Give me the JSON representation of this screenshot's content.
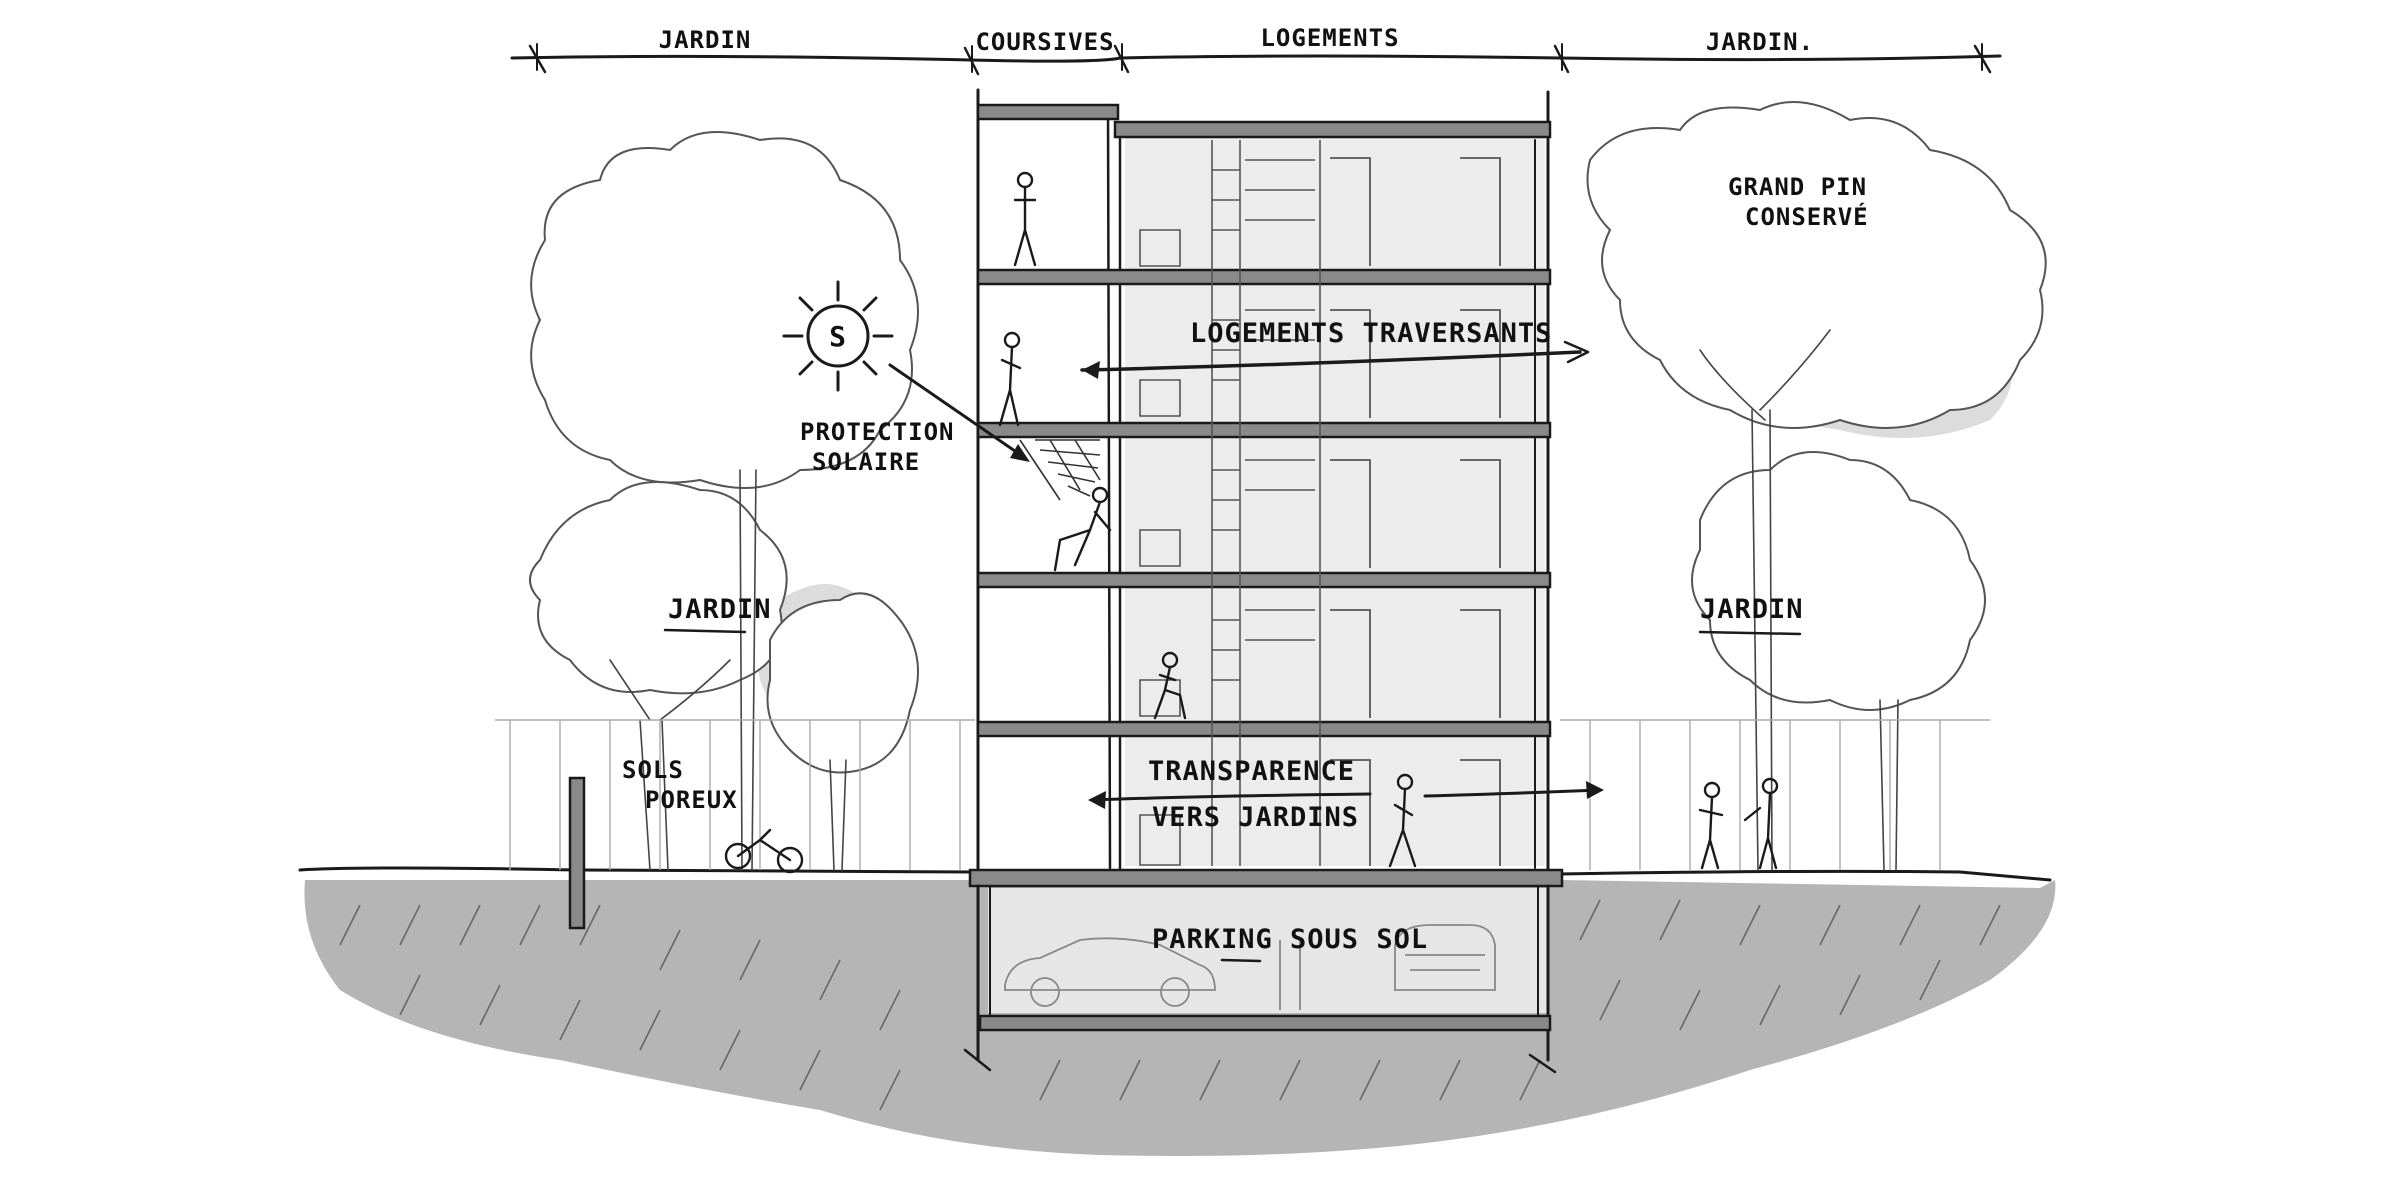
{
  "header": {
    "zones": [
      "JARDIN",
      "COURSIVES",
      "LOGEMENTS",
      "JARDIN."
    ]
  },
  "annotations": {
    "grand_pin": [
      "GRAND PIN",
      "CONSERVÉ"
    ],
    "sun_symbol": "S",
    "protection_solaire": [
      "PROTECTION",
      "SOLAIRE"
    ],
    "logements_traversants": "LOGEMENTS TRAVERSANTS",
    "jardin_left": "JARDIN",
    "jardin_right": "JARDIN",
    "sols_poreux": [
      "SOLS",
      "POREUX"
    ],
    "transparence": [
      "TRANSPARENCE",
      "VERS JARDINS"
    ],
    "parking": "PARKING SOUS SOL"
  },
  "colors": {
    "ink": "#1a1a1a",
    "ground": "#b5b5b5",
    "slab": "#8a8a8a",
    "tree_shade": "#dcdcdc",
    "room_fill": "#ececec"
  },
  "building": {
    "floors_above_ground": 5,
    "basement_levels": 1
  }
}
